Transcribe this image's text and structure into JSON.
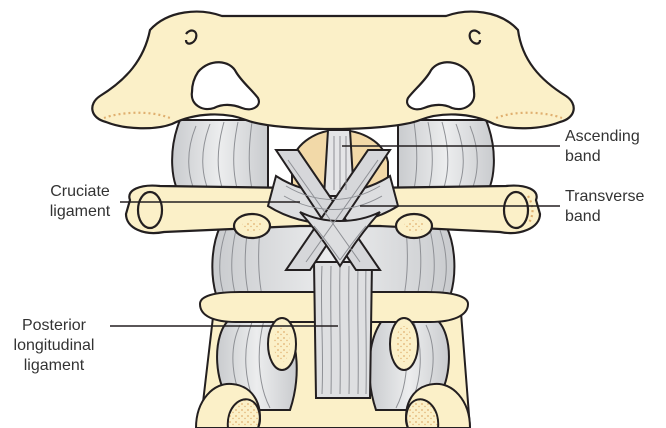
{
  "labels": {
    "ascending": [
      "Ascending",
      "band"
    ],
    "transverse": [
      "Transverse",
      "band"
    ],
    "cruciate": [
      "Cruciate",
      "ligament"
    ],
    "posterior": [
      "Posterior",
      "longitudinal",
      "ligament"
    ]
  },
  "colors": {
    "bone": "#FBF0C8",
    "bone_shadow": "#F2DFA4",
    "outline": "#231F20",
    "ligament": "#D9DADC",
    "ligament_line": "#8E9095",
    "marrow": "#E8B98A",
    "leader": "#231F20"
  }
}
